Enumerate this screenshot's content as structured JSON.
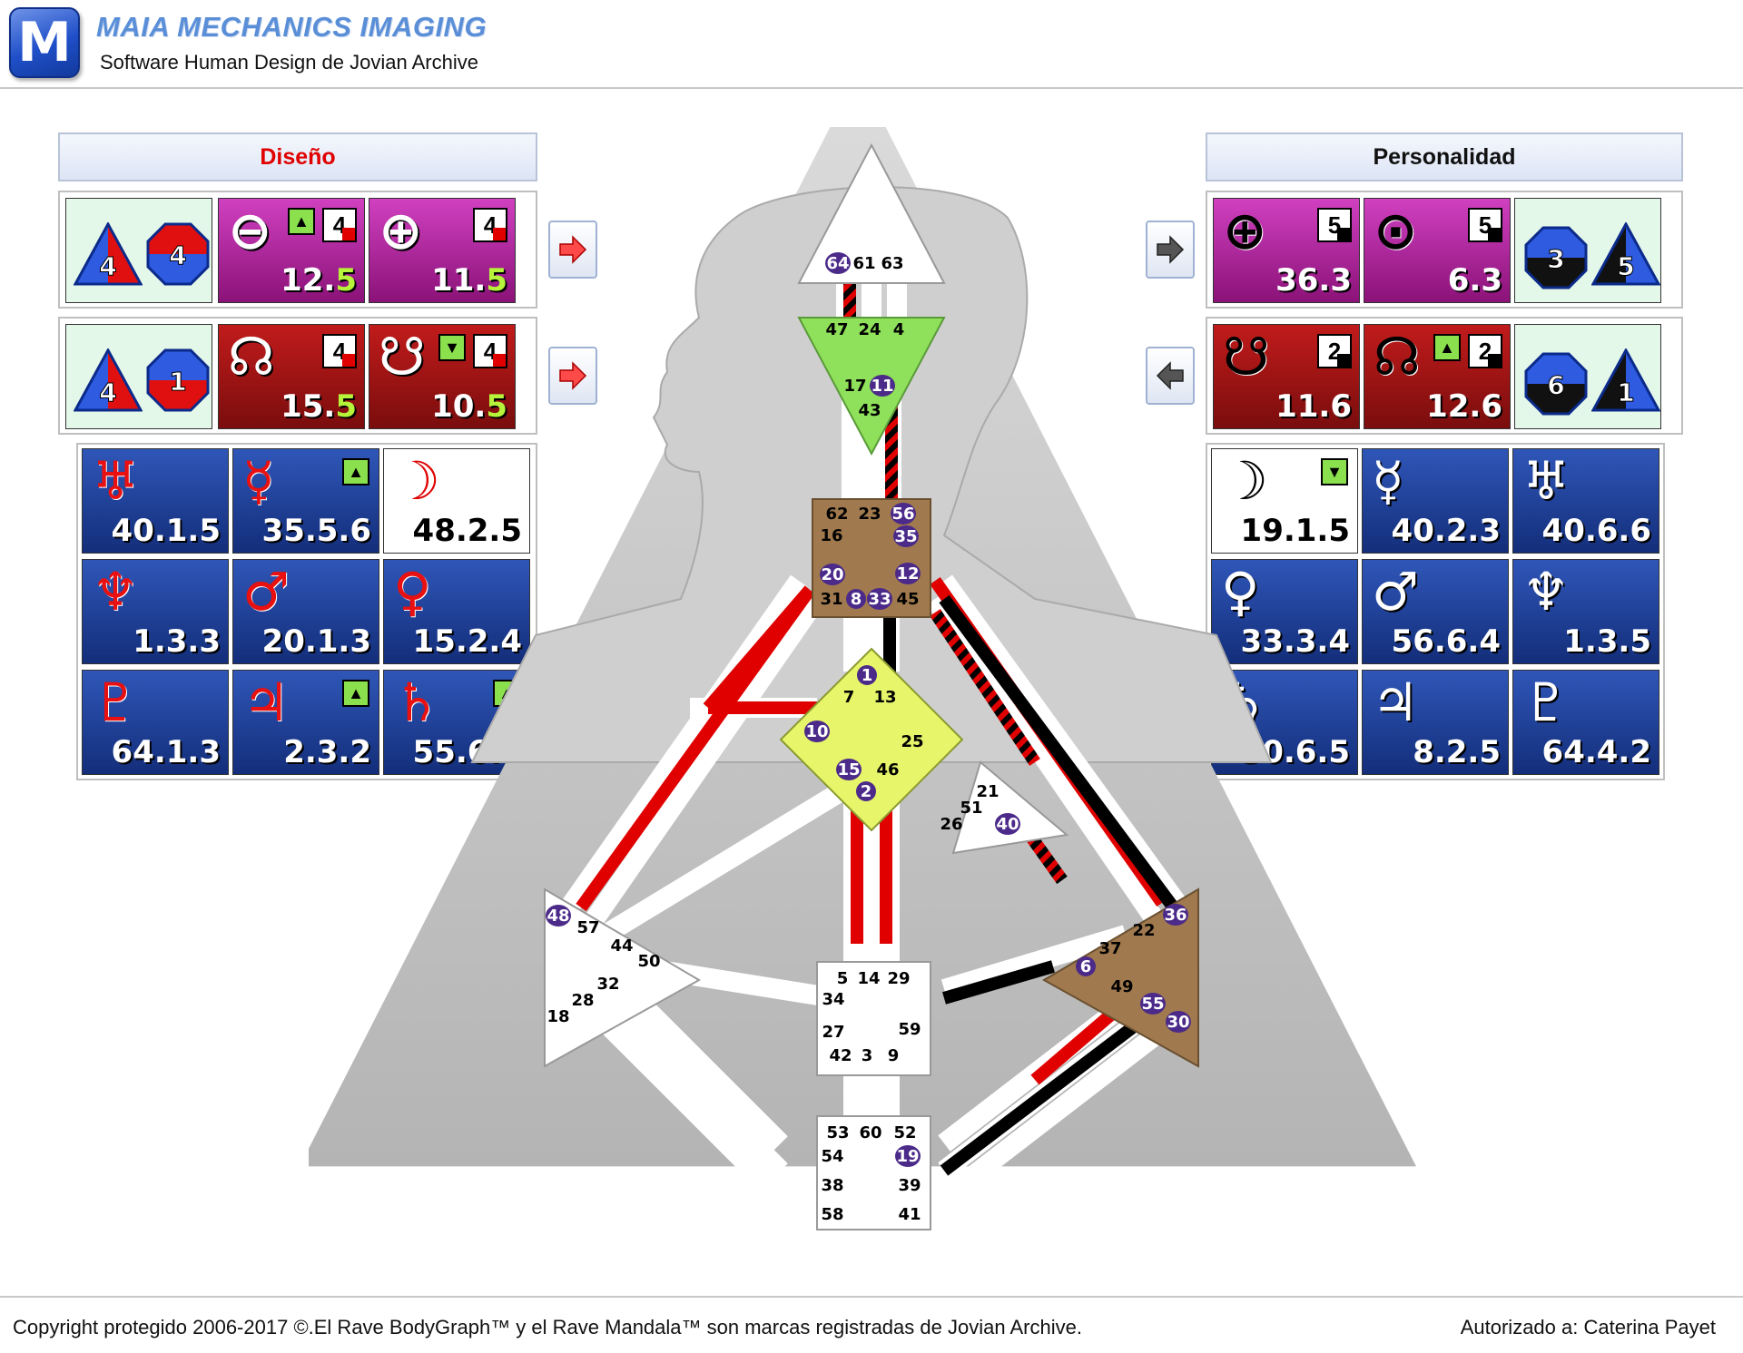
{
  "header": {
    "logo_letter": "M",
    "title": "MAIA MECHANICS IMAGING",
    "subtitle": "Software Human Design de Jovian Archive"
  },
  "design": {
    "label": "Diseño",
    "row1": {
      "shapes": [
        "4",
        "4"
      ],
      "tiles": [
        {
          "glyph": "⊖",
          "value_main": "12.",
          "value_line": "5",
          "line": "4",
          "arrow": "▲"
        },
        {
          "glyph": "⊕",
          "value_main": "11.",
          "value_line": "5",
          "line": "4",
          "arrow": ""
        }
      ]
    },
    "row2": {
      "shapes": [
        "4",
        "1"
      ],
      "tiles": [
        {
          "glyph": "☊",
          "value_main": "15.",
          "value_line": "5",
          "line": "4",
          "arrow": ""
        },
        {
          "glyph": "☋",
          "value_main": "10.",
          "value_line": "5",
          "line": "4",
          "arrow": "▼"
        }
      ]
    },
    "planets": [
      {
        "glyph": "♅",
        "value": "40.1.5",
        "arrow": ""
      },
      {
        "glyph": "☿",
        "value": "35.5.6",
        "arrow": "▲"
      },
      {
        "glyph": "☽",
        "value": "48.2.5",
        "arrow": ""
      },
      {
        "glyph": "♆",
        "value": "1.3.3",
        "arrow": ""
      },
      {
        "glyph": "♂",
        "value": "20.1.3",
        "arrow": ""
      },
      {
        "glyph": "♀",
        "value": "15.2.4",
        "arrow": ""
      },
      {
        "glyph": "♇",
        "value": "64.1.3",
        "arrow": ""
      },
      {
        "glyph": "♃",
        "value": "2.3.2",
        "arrow": "▲"
      },
      {
        "glyph": "♄",
        "value": "55.6.2",
        "arrow": "▲"
      }
    ]
  },
  "personality": {
    "label": "Personalidad",
    "row1": {
      "tiles": [
        {
          "glyph": "⊕",
          "value": "36.3",
          "line": "5"
        },
        {
          "glyph": "⊙",
          "value": "6.3",
          "line": "5"
        }
      ],
      "shapes": [
        "3",
        "5"
      ]
    },
    "row2": {
      "tiles": [
        {
          "glyph": "☋",
          "value": "11.6",
          "line": "2",
          "arrow": ""
        },
        {
          "glyph": "☊",
          "value": "12.6",
          "line": "2",
          "arrow": "▲"
        }
      ],
      "shapes": [
        "6",
        "1"
      ]
    },
    "planets": [
      {
        "glyph": "☽",
        "value": "19.1.5",
        "arrow": "▼"
      },
      {
        "glyph": "☿",
        "value": "40.2.3",
        "arrow": ""
      },
      {
        "glyph": "♅",
        "value": "40.6.6",
        "arrow": ""
      },
      {
        "glyph": "♀",
        "value": "33.3.4",
        "arrow": ""
      },
      {
        "glyph": "♂",
        "value": "56.6.4",
        "arrow": ""
      },
      {
        "glyph": "♆",
        "value": "1.3.5",
        "arrow": ""
      },
      {
        "glyph": "♄",
        "value": "30.6.5",
        "arrow": ""
      },
      {
        "glyph": "♃",
        "value": "8.2.5",
        "arrow": ""
      },
      {
        "glyph": "♇",
        "value": "64.4.2",
        "arrow": ""
      }
    ]
  },
  "bodygraph": {
    "head_gates": [
      "64",
      "61",
      "63"
    ],
    "ajna_gates": [
      "47",
      "24",
      "4",
      "17",
      "11",
      "43"
    ],
    "throat_gates": [
      "62",
      "23",
      "56",
      "16",
      "35",
      "20",
      "12",
      "31",
      "8",
      "33",
      "45"
    ],
    "g_gates": [
      "1",
      "7",
      "13",
      "10",
      "25",
      "15",
      "46",
      "2"
    ],
    "ego_gates": [
      "21",
      "51",
      "26",
      "40"
    ],
    "spleen_gates": [
      "48",
      "57",
      "44",
      "50",
      "32",
      "28",
      "18"
    ],
    "sacral_gates": [
      "5",
      "14",
      "29",
      "34",
      "27",
      "59",
      "42",
      "3",
      "9"
    ],
    "solar_gates": [
      "36",
      "22",
      "37",
      "6",
      "49",
      "55",
      "30"
    ],
    "root_gates": [
      "53",
      "60",
      "52",
      "54",
      "19",
      "38",
      "39",
      "58",
      "41"
    ]
  },
  "footer": {
    "copyright": "Copyright protegido 2006-2017 ©.El Rave BodyGraph™ y el Rave Mandala™ son marcas registradas de Jovian Archive.",
    "authorized": "Autorizado a: Caterina Payet"
  },
  "colors": {
    "design_red": "#e00000",
    "centre_green": "#8fe05a",
    "centre_yellow": "#e7f56a",
    "centre_brown": "#a07a4e"
  }
}
